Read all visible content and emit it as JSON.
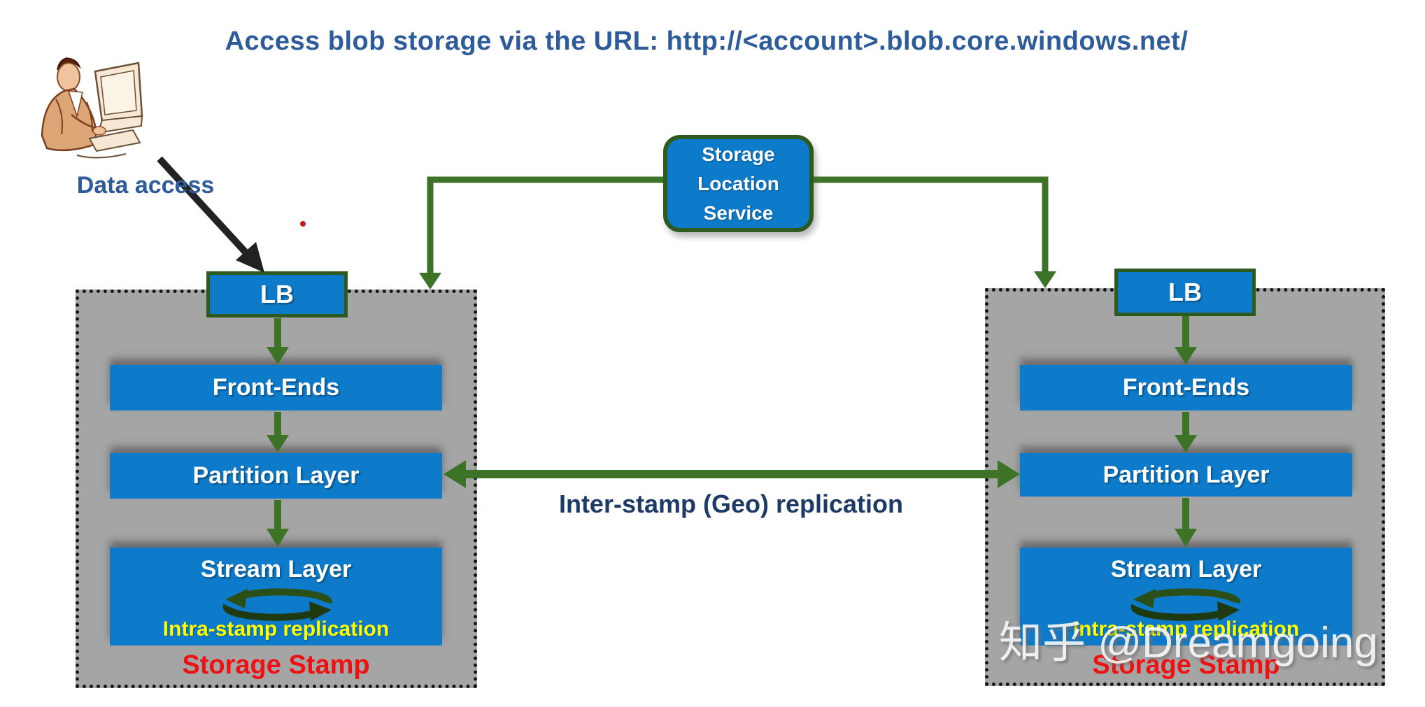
{
  "title": "Access blob storage via the URL: http://<account>.blob.core.windows.net/",
  "data_access_label": "Data access",
  "storage_location_service": {
    "line1": "Storage",
    "line2": "Location",
    "line3": "Service"
  },
  "inter_stamp_label": "Inter-stamp (Geo) replication",
  "stamp_labels": {
    "lb": "LB",
    "front_ends": "Front-Ends",
    "partition_layer": "Partition Layer",
    "stream_layer": "Stream Layer",
    "intra_stamp": "Intra-stamp replication",
    "storage_stamp": "Storage Stamp"
  },
  "watermark": "知乎 @Dreamgoing",
  "colors": {
    "box_blue": "#0e7bca",
    "border_green": "#2d5a1e",
    "arrow_green": "#3d7327",
    "stamp_gray": "#a5a5a5",
    "title_blue": "#2e5b9a",
    "inter_label_navy": "#1e3a66",
    "storage_stamp_red": "#ee1111",
    "intra_yellow": "#fdff00"
  }
}
